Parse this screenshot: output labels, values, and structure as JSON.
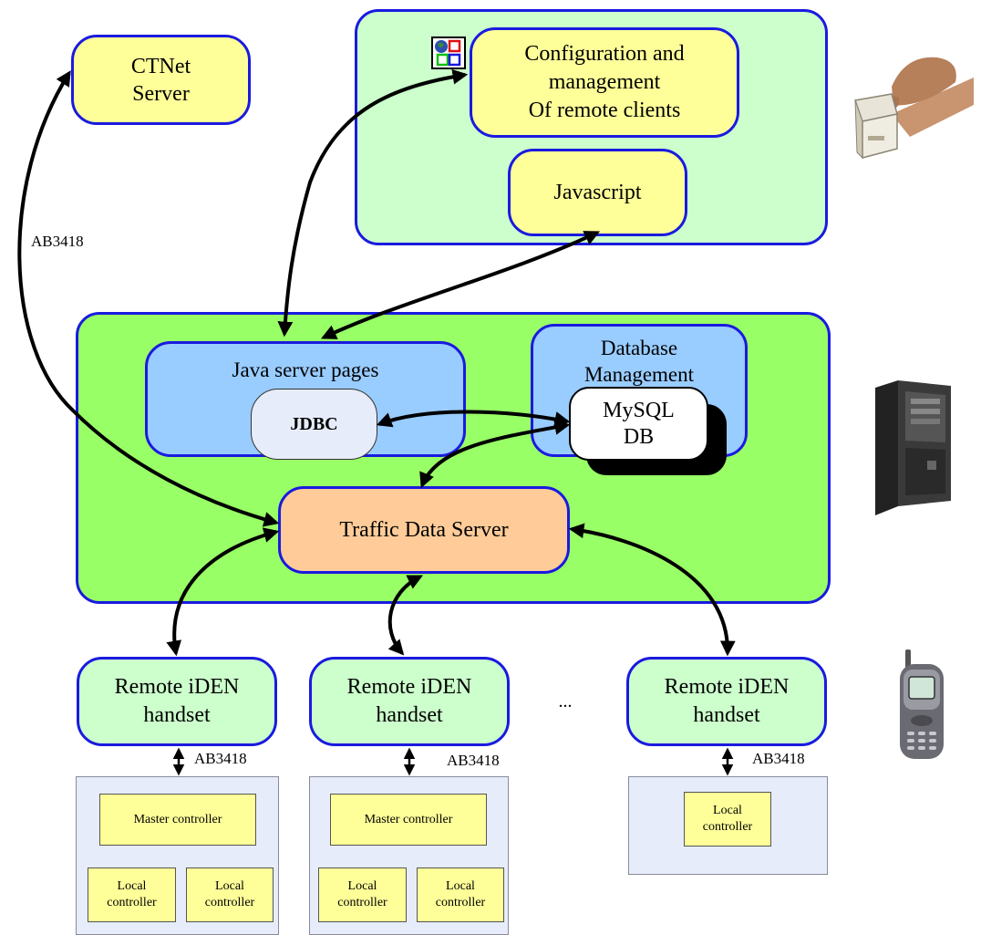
{
  "ctnet_server": "CTNet\nServer",
  "ctnet_link_label": "AB3418",
  "web_client": {
    "config_box": "Configuration and\nmanagement\nOf remote clients",
    "javascript_box": "Javascript"
  },
  "server": {
    "jsp_title": "Java server pages",
    "jdbc": "JDBC",
    "db_title": "Database\nManagement",
    "mysql": "MySQL\nDB",
    "traffic": "Traffic Data Server"
  },
  "handsets": [
    {
      "label": "Remote iDEN\nhandset",
      "link": "AB3418"
    },
    {
      "label": "Remote iDEN\nhandset",
      "link": "AB3418"
    },
    {
      "label": "Remote iDEN\nhandset",
      "link": "AB3418"
    }
  ],
  "ellipsis": "...",
  "sites": [
    {
      "master": "Master controller",
      "locals": [
        "Local\ncontroller",
        "Local\ncontroller"
      ]
    },
    {
      "master": "Master controller",
      "locals": [
        "Local\ncontroller",
        "Local\ncontroller"
      ]
    },
    {
      "locals": [
        "Local\ncontroller"
      ]
    }
  ],
  "colors": {
    "client_panel": "#ccffcc",
    "server_panel": "#99ff66",
    "yellow_box": "#ffff99",
    "blue_box": "#99ccff",
    "traffic_box": "#ffcc99",
    "border": "#1a1ae0"
  },
  "icons": [
    "hand-pressing-button-icon",
    "tower-server-icon",
    "mobile-phone-icon",
    "web-app-icon"
  ]
}
